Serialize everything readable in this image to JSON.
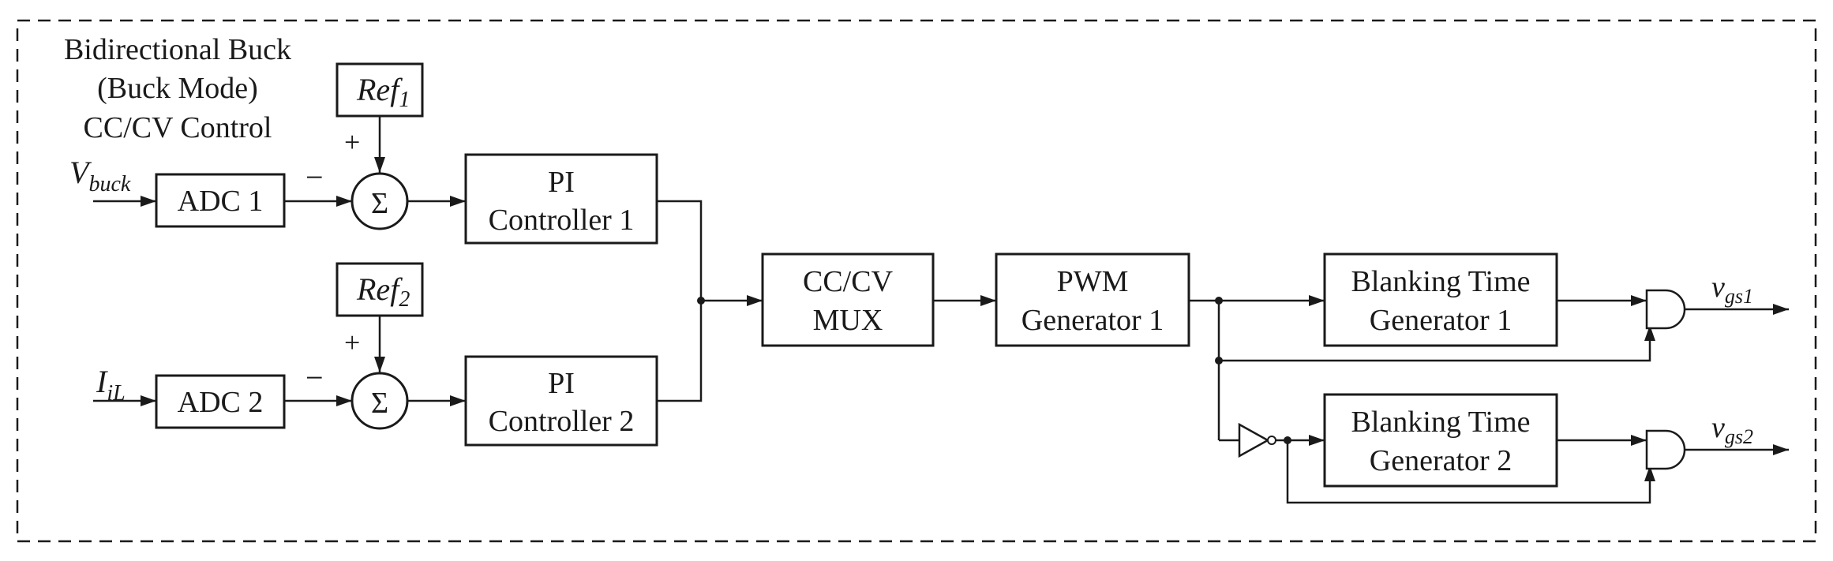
{
  "title": {
    "line1": "Bidirectional Buck",
    "line2": "(Buck Mode)",
    "line3": "CC/CV Control"
  },
  "inputs": {
    "v_main": "V",
    "v_sub": "buck",
    "i_main": "I",
    "i_sub": "iL"
  },
  "blocks": {
    "adc1": "ADC 1",
    "adc2": "ADC 2",
    "ref1_main": "Ref",
    "ref1_sub": "1",
    "ref2_main": "Ref",
    "ref2_sub": "2",
    "sum_symbol": "Σ",
    "pi1_line1": "PI",
    "pi1_line2": "Controller 1",
    "pi2_line1": "PI",
    "pi2_line2": "Controller 2",
    "mux_line1": "CC/CV",
    "mux_line2": "MUX",
    "pwm_line1": "PWM",
    "pwm_line2": "Generator 1",
    "btg1_line1": "Blanking Time",
    "btg1_line2": "Generator 1",
    "btg2_line1": "Blanking Time",
    "btg2_line2": "Generator 2"
  },
  "signs": {
    "plus": "+",
    "minus": "−"
  },
  "outputs": {
    "vgs1_main": "v",
    "vgs1_sub": "gs1",
    "vgs2_main": "v",
    "vgs2_sub": "gs2"
  }
}
